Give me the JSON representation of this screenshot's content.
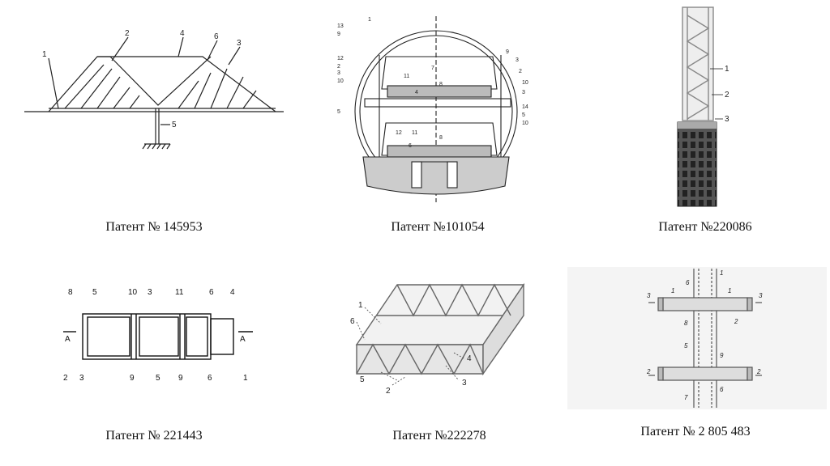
{
  "patents": [
    {
      "caption": "Патент № 145953",
      "labels": [
        "1",
        "2",
        "4",
        "6",
        "3",
        "5"
      ]
    },
    {
      "caption": "Патент №101054",
      "labels": [
        "1",
        "13",
        "9",
        "12",
        "2",
        "3",
        "10",
        "11",
        "7",
        "8",
        "4",
        "5",
        "12",
        "11",
        "8",
        "6",
        "9",
        "3",
        "2",
        "10",
        "3",
        "14",
        "5",
        "10"
      ]
    },
    {
      "caption": "Патент №220086",
      "labels": [
        "1",
        "2",
        "3"
      ]
    },
    {
      "caption": "Патент № 221443",
      "labels": [
        "8",
        "5",
        "10",
        "3",
        "11",
        "6",
        "4",
        "A",
        "A",
        "2",
        "3",
        "9",
        "5",
        "9",
        "6",
        "1"
      ]
    },
    {
      "caption": "Патент №222278",
      "labels": [
        "1",
        "6",
        "4",
        "5",
        "2",
        "3"
      ]
    },
    {
      "caption": "Патент № 2 805 483",
      "labels": [
        "1",
        "6",
        "3",
        "3",
        "1",
        "1",
        "2",
        "8",
        "5",
        "9",
        "2",
        "2",
        "7",
        "6"
      ]
    }
  ]
}
